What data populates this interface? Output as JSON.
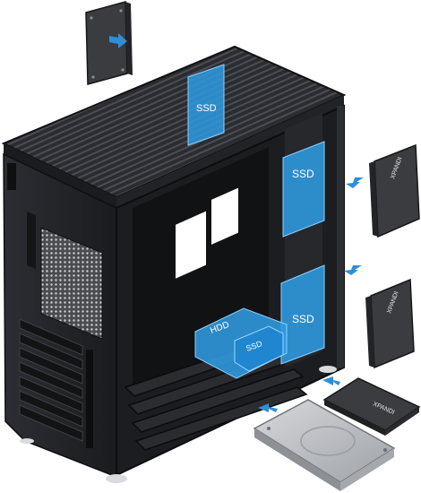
{
  "product": {
    "labels": {
      "top_ssd": "SSD",
      "side_ssd_upper": "SSD",
      "side_ssd_lower": "SSD",
      "bottom_hdd": "HDD",
      "bottom_ssd": "SSD"
    },
    "drive_logo": "XPANDI",
    "colors": {
      "mount_highlight": "#2f9be0",
      "arrow": "#2e8fd8",
      "chassis": "#2b2d31",
      "chassis_dark": "#16171a",
      "drive_body": "#3a3c40",
      "hdd_metal": "#b9bcc0"
    }
  }
}
